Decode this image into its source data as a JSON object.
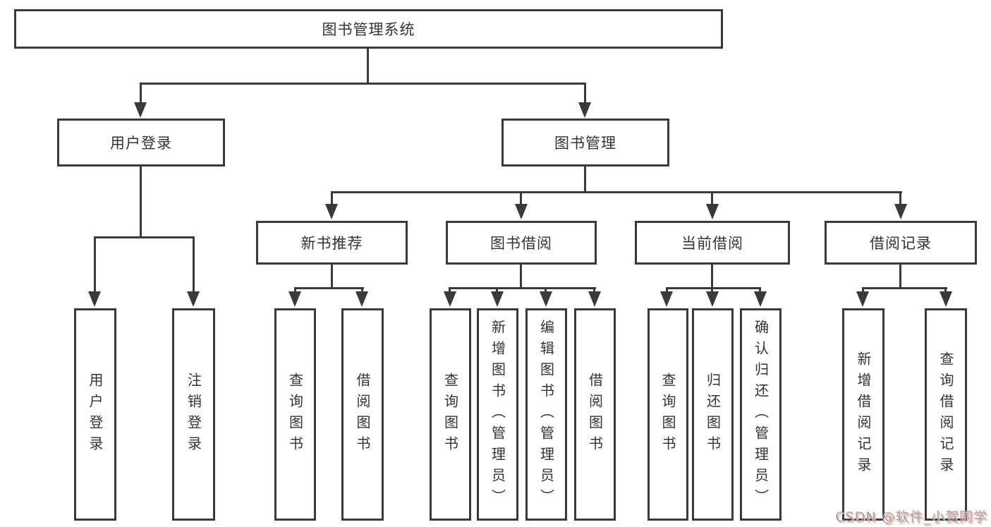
{
  "diagram": {
    "tree": {
      "label": "图书管理系统",
      "children": [
        {
          "label": "用户登录",
          "children": [
            {
              "label": "用户登录"
            },
            {
              "label": "注销登录"
            }
          ]
        },
        {
          "label": "图书管理",
          "children": [
            {
              "label": "新书推荐",
              "children": [
                {
                  "label": "查询图书"
                },
                {
                  "label": "借阅图书"
                }
              ]
            },
            {
              "label": "图书借阅",
              "children": [
                {
                  "label": "查询图书"
                },
                {
                  "label": "新增图书（管理员）"
                },
                {
                  "label": "编辑图书（管理员）"
                },
                {
                  "label": "借阅图书"
                }
              ]
            },
            {
              "label": "当前借阅",
              "children": [
                {
                  "label": "查询图书"
                },
                {
                  "label": "归还图书"
                },
                {
                  "label": "确认归还（管理员）"
                }
              ]
            },
            {
              "label": "借阅记录",
              "children": [
                {
                  "label": "新增借阅记录"
                },
                {
                  "label": "查询借阅记录"
                }
              ]
            }
          ]
        }
      ]
    }
  },
  "watermark": {
    "text": "CSDN @软件_小贺同学"
  },
  "colors": {
    "line": "#3a3a3a",
    "box_fill": "#ffffff",
    "text": "#333333",
    "watermark_text": "#a3a3a3",
    "watermark_shadow": "#f3b0a8"
  }
}
